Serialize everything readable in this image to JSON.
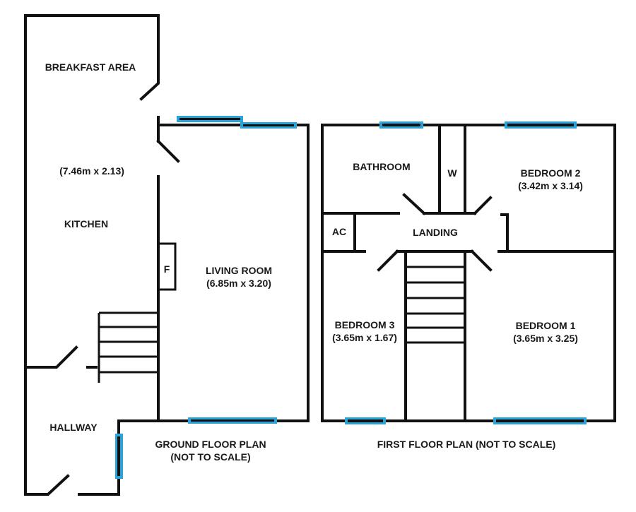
{
  "colors": {
    "wall": "#111111",
    "window": "#2ba3d6",
    "background": "#ffffff"
  },
  "ground_floor": {
    "breakfast_area": "BREAKFAST AREA",
    "kitchen_dims": "(7.46m x 2.13)",
    "kitchen": "KITCHEN",
    "fireplace": "F",
    "living_room": "LIVING ROOM",
    "living_room_dims": "(6.85m x 3.20)",
    "hallway": "HALLWAY",
    "caption_line1": "GROUND FLOOR PLAN",
    "caption_line2": "(NOT TO SCALE)"
  },
  "first_floor": {
    "bathroom": "BATHROOM",
    "wardrobe": "W",
    "bedroom2": "BEDROOM 2",
    "bedroom2_dims": "(3.42m x 3.14)",
    "airing_cupboard": "AC",
    "landing": "LANDING",
    "bedroom3": "BEDROOM 3",
    "bedroom3_dims": "(3.65m x 1.67)",
    "bedroom1": "BEDROOM 1",
    "bedroom1_dims": "(3.65m x 3.25)",
    "caption": "FIRST FLOOR PLAN (NOT TO SCALE)"
  }
}
